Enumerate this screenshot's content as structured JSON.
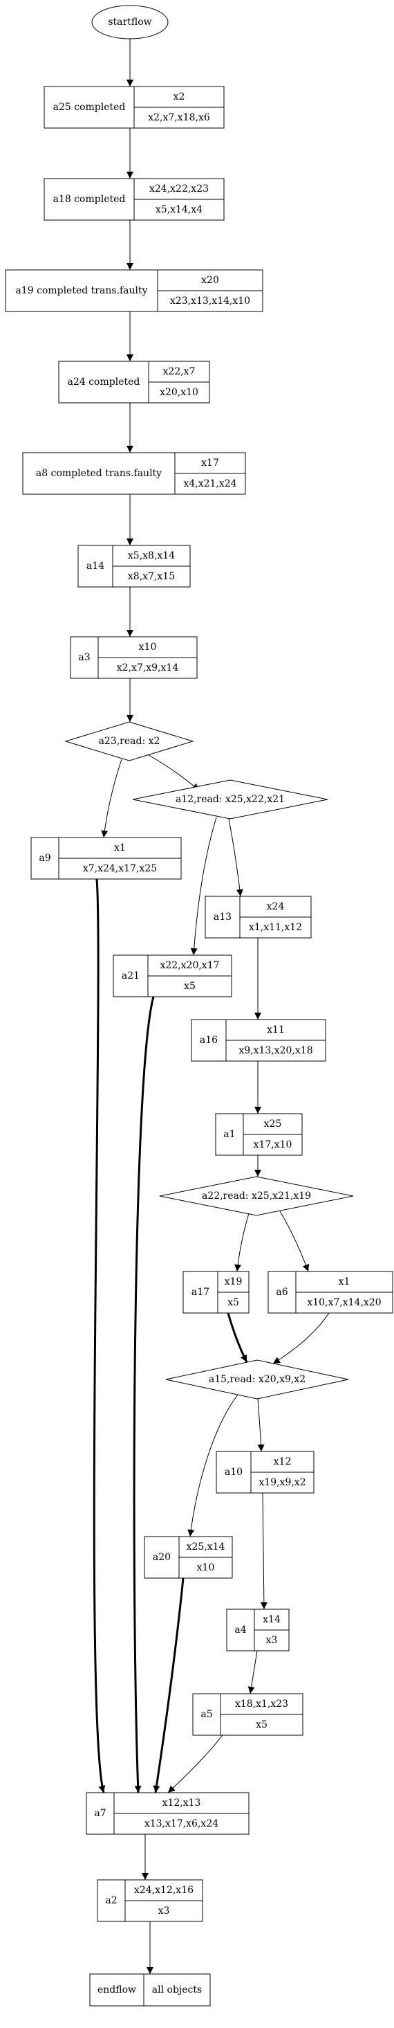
{
  "nodes": [
    {
      "id": "startflow",
      "shape": "ellipse",
      "label": "startflow"
    },
    {
      "id": "a25",
      "shape": "record",
      "label": "a25 completed",
      "top": "x2",
      "bottom": "x2,x7,x18,x6"
    },
    {
      "id": "a18",
      "shape": "record",
      "label": "a18 completed",
      "top": "x24,x22,x23",
      "bottom": "x5,x14,x4"
    },
    {
      "id": "a19",
      "shape": "record",
      "label": "a19 completed trans.faulty",
      "top": "x20",
      "bottom": "x23,x13,x14,x10"
    },
    {
      "id": "a24",
      "shape": "record",
      "label": "a24 completed",
      "top": "x22,x7",
      "bottom": "x20,x10"
    },
    {
      "id": "a8",
      "shape": "record",
      "label": "a8 completed trans.faulty",
      "top": "x17",
      "bottom": "x4,x21,x24"
    },
    {
      "id": "a14",
      "shape": "record",
      "label": "a14",
      "top": "x5,x8,x14",
      "bottom": "x8,x7,x15"
    },
    {
      "id": "a3",
      "shape": "record",
      "label": "a3",
      "top": "x10",
      "bottom": "x2,x7,x9,x14"
    },
    {
      "id": "d23",
      "shape": "diamond",
      "label": "a23,read: x2"
    },
    {
      "id": "d12",
      "shape": "diamond",
      "label": "a12,read: x25,x22,x21"
    },
    {
      "id": "a9",
      "shape": "record",
      "label": "a9",
      "top": "x1",
      "bottom": "x7,x24,x17,x25"
    },
    {
      "id": "a13",
      "shape": "record",
      "label": "a13",
      "top": "x24",
      "bottom": "x1,x11,x12"
    },
    {
      "id": "a21",
      "shape": "record",
      "label": "a21",
      "top": "x22,x20,x17",
      "bottom": "x5"
    },
    {
      "id": "a16",
      "shape": "record",
      "label": "a16",
      "top": "x11",
      "bottom": "x9,x13,x20,x18"
    },
    {
      "id": "a1",
      "shape": "record",
      "label": "a1",
      "top": "x25",
      "bottom": "x17,x10"
    },
    {
      "id": "d22",
      "shape": "diamond",
      "label": "a22,read: x25,x21,x19"
    },
    {
      "id": "a17",
      "shape": "record",
      "label": "a17",
      "top": "x19",
      "bottom": "x5"
    },
    {
      "id": "a6",
      "shape": "record",
      "label": "a6",
      "top": "x1",
      "bottom": "x10,x7,x14,x20"
    },
    {
      "id": "d15",
      "shape": "diamond",
      "label": "a15,read: x20,x9,x2"
    },
    {
      "id": "a10",
      "shape": "record",
      "label": "a10",
      "top": "x12",
      "bottom": "x19,x9,x2"
    },
    {
      "id": "a20",
      "shape": "record",
      "label": "a20",
      "top": "x25,x14",
      "bottom": "x10"
    },
    {
      "id": "a4",
      "shape": "record",
      "label": "a4",
      "top": "x14",
      "bottom": "x3"
    },
    {
      "id": "a5",
      "shape": "record",
      "label": "a5",
      "top": "x18,x1,x23",
      "bottom": "x5"
    },
    {
      "id": "a7",
      "shape": "record",
      "label": "a7",
      "top": "x12,x13",
      "bottom": "x13,x17,x6,x24"
    },
    {
      "id": "a2",
      "shape": "record",
      "label": "a2",
      "top": "x24,x12,x16",
      "bottom": "x3"
    },
    {
      "id": "endflow",
      "shape": "record",
      "label": "endflow",
      "top": "all objects",
      "bottom": ""
    }
  ],
  "edges": [
    {
      "from": "startflow",
      "to": "a25",
      "bold": false
    },
    {
      "from": "a25",
      "to": "a18",
      "bold": false
    },
    {
      "from": "a18",
      "to": "a19",
      "bold": false
    },
    {
      "from": "a19",
      "to": "a24",
      "bold": false
    },
    {
      "from": "a24",
      "to": "a8",
      "bold": false
    },
    {
      "from": "a8",
      "to": "a14",
      "bold": false
    },
    {
      "from": "a14",
      "to": "a3",
      "bold": false
    },
    {
      "from": "a3",
      "to": "d23",
      "bold": false
    },
    {
      "from": "d23",
      "to": "a9",
      "bold": false
    },
    {
      "from": "d23",
      "to": "d12",
      "bold": false
    },
    {
      "from": "d12",
      "to": "a13",
      "bold": false
    },
    {
      "from": "d12",
      "to": "a21",
      "bold": false
    },
    {
      "from": "a13",
      "to": "a16",
      "bold": false
    },
    {
      "from": "a16",
      "to": "a1",
      "bold": false
    },
    {
      "from": "a1",
      "to": "d22",
      "bold": false
    },
    {
      "from": "d22",
      "to": "a17",
      "bold": false
    },
    {
      "from": "d22",
      "to": "a6",
      "bold": false
    },
    {
      "from": "a17",
      "to": "d15",
      "bold": true
    },
    {
      "from": "a6",
      "to": "d15",
      "bold": false
    },
    {
      "from": "d15",
      "to": "a10",
      "bold": false
    },
    {
      "from": "d15",
      "to": "a20",
      "bold": false
    },
    {
      "from": "a10",
      "to": "a4",
      "bold": false
    },
    {
      "from": "a4",
      "to": "a5",
      "bold": false
    },
    {
      "from": "a5",
      "to": "a7",
      "bold": false
    },
    {
      "from": "a9",
      "to": "a7",
      "bold": true
    },
    {
      "from": "a21",
      "to": "a7",
      "bold": true
    },
    {
      "from": "a20",
      "to": "a7",
      "bold": true
    },
    {
      "from": "a7",
      "to": "a2",
      "bold": false
    },
    {
      "from": "a2",
      "to": "endflow",
      "bold": false
    }
  ]
}
